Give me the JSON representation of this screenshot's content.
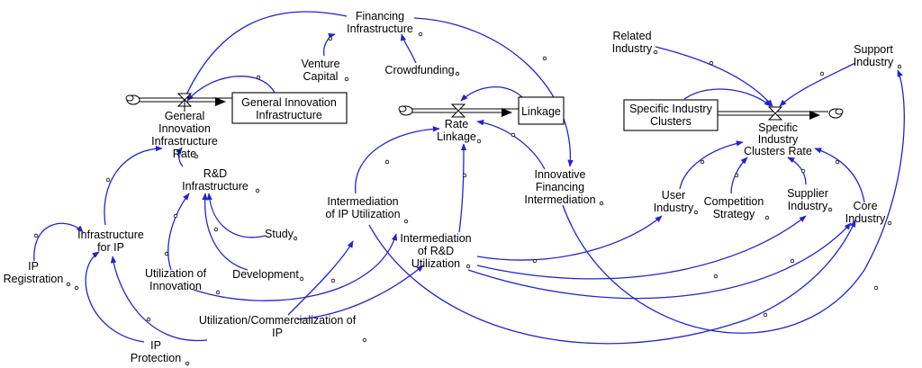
{
  "stocks": {
    "general_innovation_infrastructure": [
      "General Innovation",
      "Infrastructure"
    ],
    "linkage": [
      "Linkage"
    ],
    "specific_industry_clusters": [
      "Specific Industry",
      "Clusters"
    ]
  },
  "rates": {
    "general_innovation_infrastructure_rate": [
      "General",
      "Innovation",
      "Infrastructure",
      "Rate"
    ],
    "rate_linkage": [
      "Rate",
      "Linkage"
    ],
    "specific_industry_clusters_rate": [
      "Specific",
      "Industry",
      "Clusters Rate"
    ]
  },
  "variables": {
    "financing_infrastructure": [
      "Financing",
      "Infrastructure"
    ],
    "venture_capital": [
      "Venture",
      "Capital"
    ],
    "crowdfunding": [
      "Crowdfunding"
    ],
    "rd_infrastructure": [
      "R&D",
      "Infrastructure"
    ],
    "study": [
      "Study"
    ],
    "development": [
      "Development"
    ],
    "infrastructure_for_ip": [
      "Infrastructure",
      "for IP"
    ],
    "ip_registration": [
      "IP",
      "Registration"
    ],
    "ip_protection": [
      "IP",
      "Protection"
    ],
    "utilization_of_innovation": [
      "Utilization of",
      "Innovation"
    ],
    "utilization_commercialization_of_ip": [
      "Utilization/Commercialization of",
      "IP"
    ],
    "intermediation_of_ip_utilization": [
      "Intermediation",
      "of IP Utilization"
    ],
    "intermediation_of_rd_utilization": [
      "Intermediation",
      "of R&D",
      "Utilization"
    ],
    "innovative_financing_intermediation": [
      "Innovative",
      "Financing",
      "Intermediation"
    ],
    "related_industry": [
      "Related",
      "Industry"
    ],
    "support_industry": [
      "Support",
      "Industry"
    ],
    "user_industry": [
      "User",
      "Industry"
    ],
    "competition_strategy": [
      "Competition",
      "Strategy"
    ],
    "supplier_industry": [
      "Supplier",
      "Industry"
    ],
    "core_industry": [
      "Core",
      "Industry"
    ]
  },
  "colors": {
    "link": "#1f24d8",
    "stock_border": "#000000",
    "text": "#000000",
    "background": "#ffffff"
  }
}
